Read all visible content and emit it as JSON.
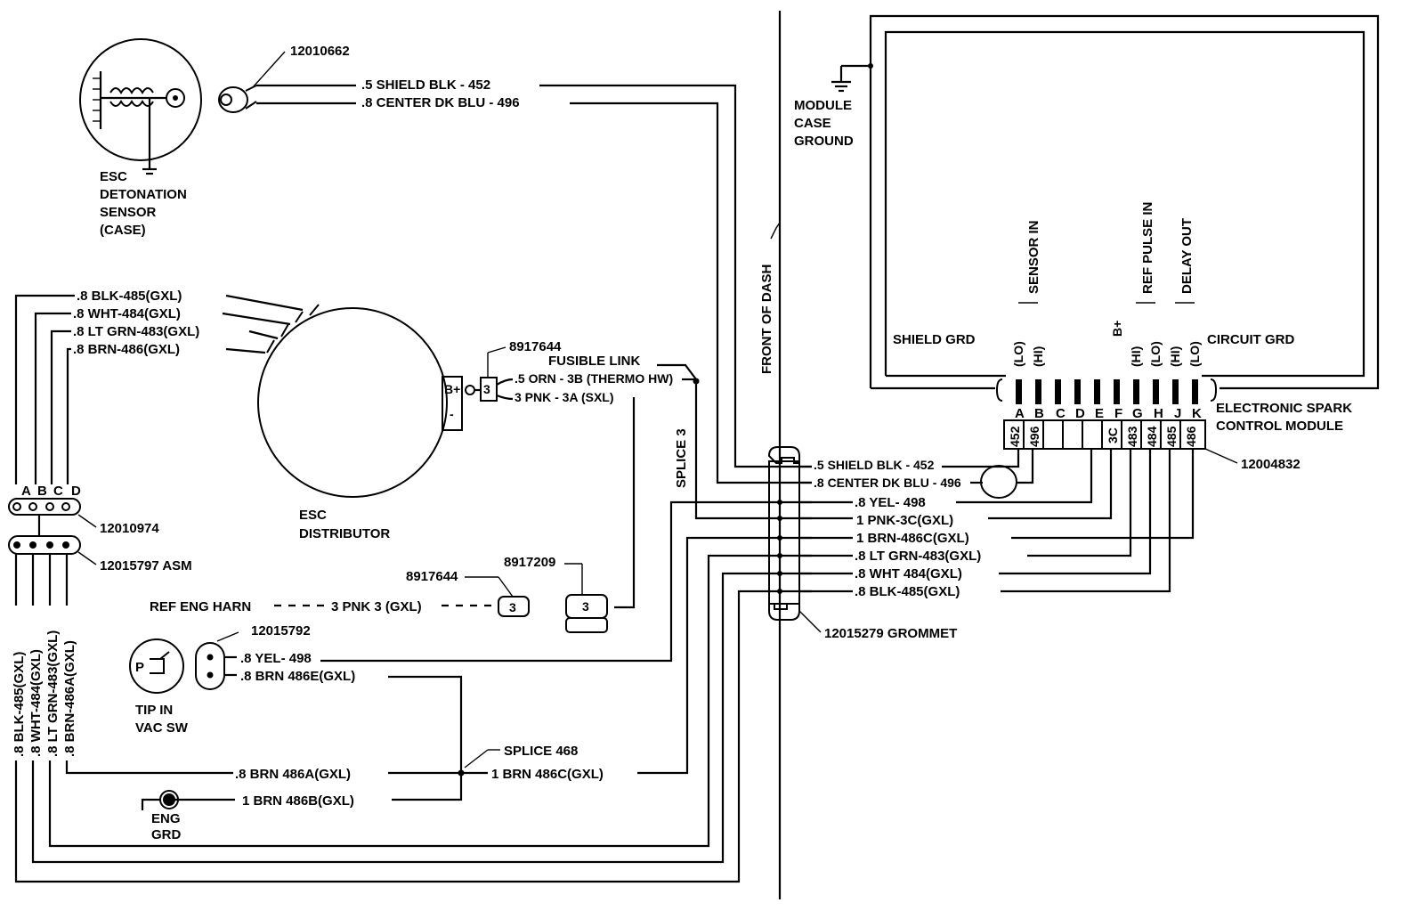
{
  "diagram": {
    "sensor": {
      "part_number": "12010662",
      "title_lines": [
        "ESC",
        "DETONATION",
        "SENSOR",
        "(CASE)"
      ],
      "wire_shield": ".5 SHIELD BLK - 452",
      "wire_center": ".8 CENTER DK BLU - 496"
    },
    "module_ground": [
      "MODULE",
      "CASE",
      "GROUND"
    ],
    "front_of_dash": "FRONT OF DASH",
    "distributor": {
      "title_lines": [
        "ESC",
        "DISTRIBUTOR"
      ],
      "wires": [
        ".8 BLK-485(GXL)",
        ".8 WHT-484(GXL)",
        ".8 LT GRN-483(GXL)",
        ".8 BRN-486(GXL)"
      ],
      "terminal_bplus": "B+",
      "terminal_minus": "-"
    },
    "fusible_link": {
      "part_number": "8917644",
      "label": "FUSIBLE LINK",
      "wire_a": ".5 ORN - 3B (THERMO HW)",
      "wire_b": "3 PNK - 3A (SXL)",
      "conn_label": "3"
    },
    "splice3": "SPLICE 3",
    "connector_top": {
      "letters": [
        "A",
        "B",
        "C",
        "D"
      ],
      "part_number": "12010974"
    },
    "connector_bottom": {
      "part_number": "12015797 ASM"
    },
    "vertical_wires": [
      ".8 BLK-485(GXL)",
      ".8 WHT-484(GXL)",
      ".8 LT GRN-483(GXL)",
      ".8 BRN-486A(GXL)"
    ],
    "ref_harness": {
      "label": "REF ENG HARN",
      "wire": "3 PNK 3 (GXL)",
      "part_a": "8917644",
      "part_b": "8917209",
      "conn_label": "3"
    },
    "vac_switch": {
      "part_number": "12015792",
      "wire_a": ".8 YEL- 498",
      "wire_b": ".8 BRN 486E(GXL)",
      "title_lines": [
        "TIP IN",
        "VAC SW"
      ],
      "symbol": "P"
    },
    "splice468": {
      "label": "SPLICE 468",
      "wire_in_a": ".8 BRN 486A(GXL)",
      "wire_in_b": "1 BRN 486B(GXL)",
      "wire_out": "1 BRN 486C(GXL)"
    },
    "eng_ground": [
      "ENG",
      "GRD"
    ],
    "grommet": {
      "part_number": "12015279 GROMMET",
      "wires": [
        ".5 SHIELD BLK - 452",
        ".8 CENTER DK BLU - 496",
        ".8 YEL- 498",
        "1 PNK-3C(GXL)",
        "1 BRN-486C(GXL)",
        ".8 LT GRN-483(GXL)",
        ".8 WHT 484(GXL)",
        ".8 BLK-485(GXL)"
      ]
    },
    "module": {
      "title_lines": [
        "ELECTRONIC SPARK",
        "CONTROL MODULE"
      ],
      "part_number": "12004832",
      "shield_grd": "SHIELD GRD",
      "circuit_grd": "CIRCUIT GRD",
      "signals": [
        "SENSOR IN",
        "REF PULSE IN",
        "DELAY OUT"
      ],
      "bplus": "B+",
      "pin_tags": [
        "(LO)",
        "(HI)",
        "(HI)",
        "(LO)",
        "(HI)",
        "(LO)"
      ],
      "pin_letters": [
        "A",
        "B",
        "C",
        "D",
        "E",
        "F",
        "G",
        "H",
        "J",
        "K"
      ],
      "circuit_numbers": [
        "452",
        "496",
        "3C",
        "483",
        "484",
        "485",
        "486"
      ]
    }
  }
}
